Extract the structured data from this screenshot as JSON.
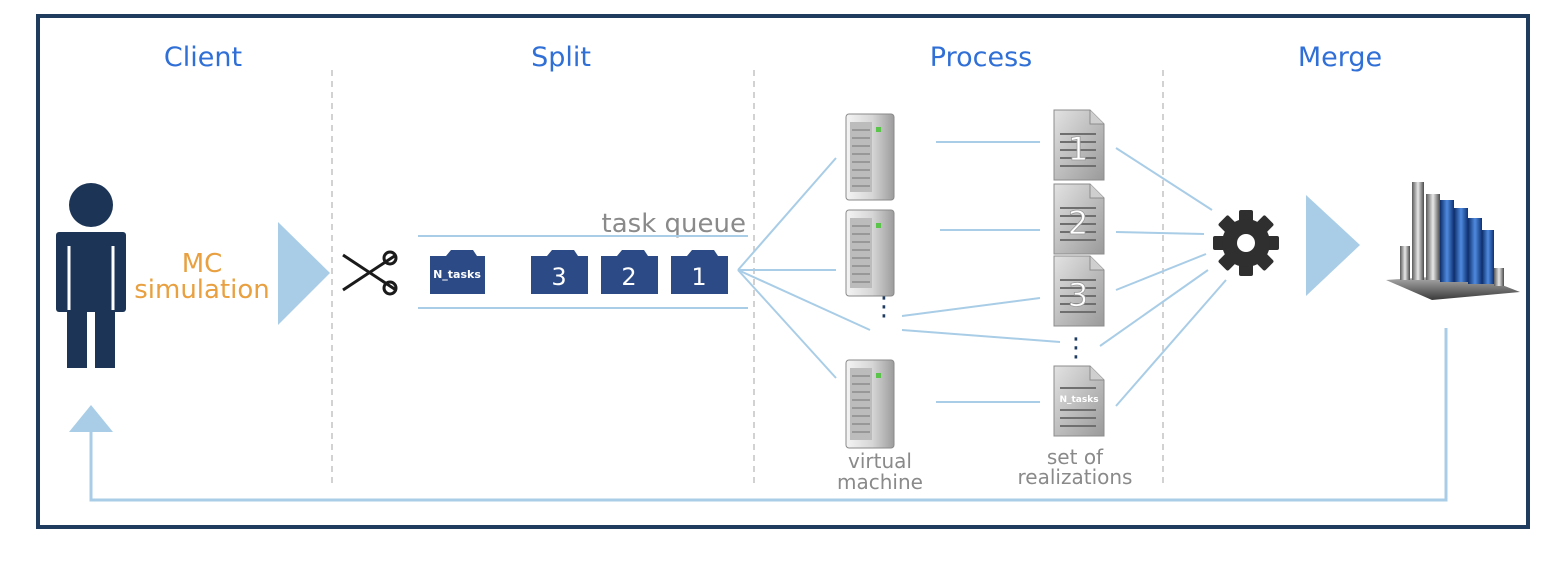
{
  "stages": {
    "client": "Client",
    "split": "Split",
    "process": "Process",
    "merge": "Merge"
  },
  "client": {
    "line1": "MC",
    "line2": "simulation"
  },
  "split": {
    "queue_label": "task queue",
    "folders": [
      "N_tasks",
      "3",
      "2",
      "1"
    ],
    "ellipsis": "..."
  },
  "process": {
    "vm_label_1": "virtual",
    "vm_label_2": "machine",
    "docs": [
      "1",
      "2",
      "3",
      "N_tasks"
    ],
    "realizations_label_1": "set of",
    "realizations_label_2": "realizations"
  },
  "icons": [
    "person-icon",
    "scissors-icon",
    "folder-icon",
    "server-icon",
    "document-icon",
    "gear-icon",
    "bar-chart-icon",
    "arrow-right-icon",
    "arrow-up-icon"
  ],
  "colors": {
    "frame": "#1f3b5e",
    "title": "#2f6fd6",
    "accent": "#e8a040",
    "connector": "#a9cde6",
    "folder": "#2c4a86"
  }
}
